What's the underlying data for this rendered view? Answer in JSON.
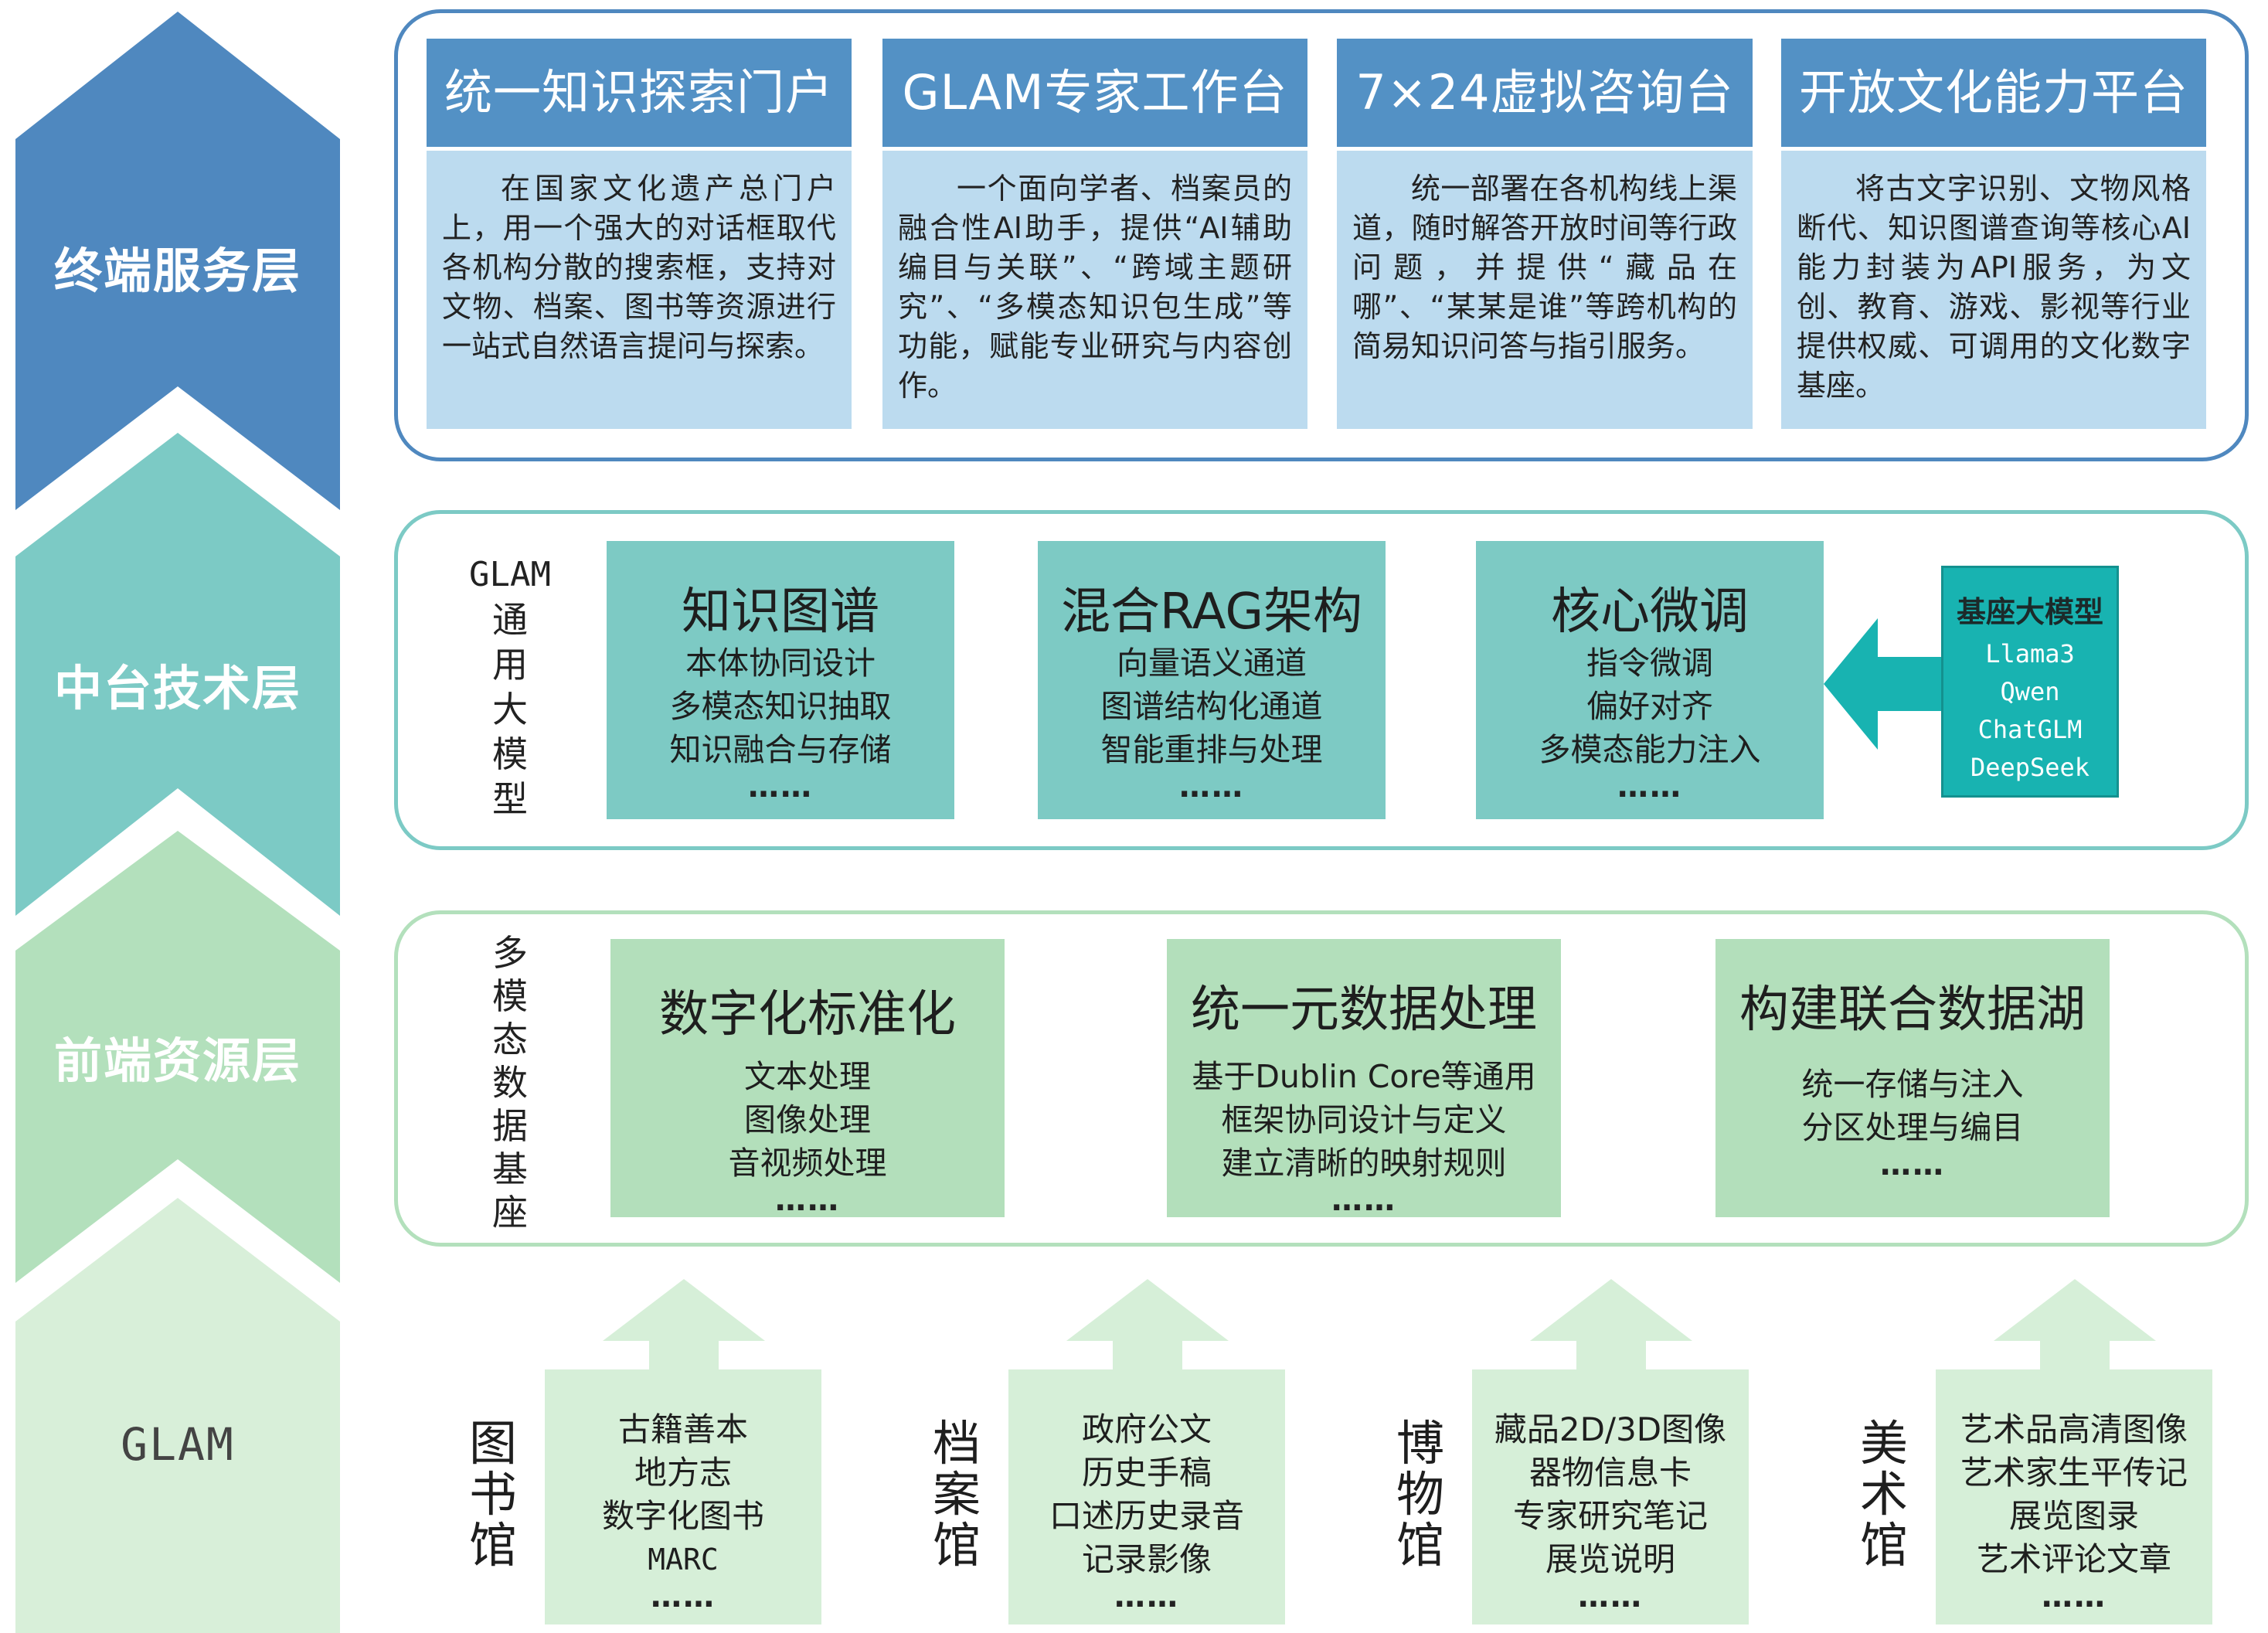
{
  "layers": {
    "terminal": "终端服务层",
    "middle": "中台技术层",
    "frontend": "前端资源层",
    "glam": "GLAM"
  },
  "services": [
    {
      "title": "统一知识探索门户",
      "body": "在国家文化遗产总门户上，用一个强大的对话框取代各机构分散的搜索框，支持对文物、档案、图书等资源进行一站式自然语言提问与探索。"
    },
    {
      "title": "GLAM专家工作台",
      "body": "一个面向学者、档案员的融合性AI助手，提供“AI辅助编目与关联”、“跨域主题研究”、“多模态知识包生成”等功能，赋能专业研究与内容创作。"
    },
    {
      "title": "7×24虚拟咨询台",
      "body": "统一部署在各机构线上渠道，随时解答开放时间等行政问题，并提供“藏品在哪”、“某某是谁”等跨机构的简易知识问答与指引服务。"
    },
    {
      "title": "开放文化能力平台",
      "body": "将古文字识别、文物风格断代、知识图谱查询等核心AI能力封装为API服务，为文创、教育、游戏、影视等行业提供权威、可调用的文化数字基座。"
    }
  ],
  "middle": {
    "side_label": [
      "GLAM",
      "通",
      "用",
      "大",
      "模",
      "型"
    ],
    "cards": [
      {
        "title": "知识图谱",
        "items": [
          "本体协同设计",
          "多模态知识抽取",
          "知识融合与存储"
        ],
        "more": "……"
      },
      {
        "title": "混合RAG架构",
        "items": [
          "向量语义通道",
          "图谱结构化通道",
          "智能重排与处理"
        ],
        "more": "……"
      },
      {
        "title": "核心微调",
        "items": [
          "指令微调",
          "偏好对齐",
          "多模态能力注入"
        ],
        "more": "……"
      }
    ],
    "base_model": {
      "title": "基座大模型",
      "items": [
        "Llama3",
        "Qwen",
        "ChatGLM",
        "DeepSeek"
      ]
    }
  },
  "frontend": {
    "side_label": [
      "多",
      "模",
      "态",
      "数",
      "据",
      "基",
      "座"
    ],
    "cards": [
      {
        "title": "数字化标准化",
        "items": [
          "文本处理",
          "图像处理",
          "音视频处理"
        ],
        "more": "……"
      },
      {
        "title": "统一元数据处理",
        "items": [
          "基于Dublin Core等通用",
          "框架协同设计与定义",
          "建立清晰的映射规则"
        ],
        "more": "……"
      },
      {
        "title": "构建联合数据湖",
        "items": [
          "统一存储与注入",
          "分区处理与编目"
        ],
        "more": "……"
      }
    ]
  },
  "glam": [
    {
      "name": [
        "图",
        "书",
        "馆"
      ],
      "items": [
        "古籍善本",
        "地方志",
        "数字化图书",
        "MARC"
      ],
      "more": "……"
    },
    {
      "name": [
        "档",
        "案",
        "馆"
      ],
      "items": [
        "政府公文",
        "历史手稿",
        "口述历史录音",
        "记录影像"
      ],
      "more": "……"
    },
    {
      "name": [
        "博",
        "物",
        "馆"
      ],
      "items": [
        "藏品2D/3D图像",
        "器物信息卡",
        "专家研究笔记",
        "展览说明"
      ],
      "more": "……"
    },
    {
      "name": [
        "美",
        "术",
        "馆"
      ],
      "items": [
        "艺术品高清图像",
        "艺术家生平传记",
        "展览图录",
        "艺术评论文章"
      ],
      "more": "……"
    }
  ],
  "colors": {
    "terminal": "#4f88bf",
    "middle": "#7ccac5",
    "frontend": "#b3e0bc",
    "glam": "#d8efd9",
    "service_head": "#5391c5",
    "service_body": "#bcdbef",
    "tech_card": "#7dcac4",
    "base_model": "#18b3b1",
    "res_card": "#b3dfbb",
    "glam_box": "#d6efd8"
  }
}
